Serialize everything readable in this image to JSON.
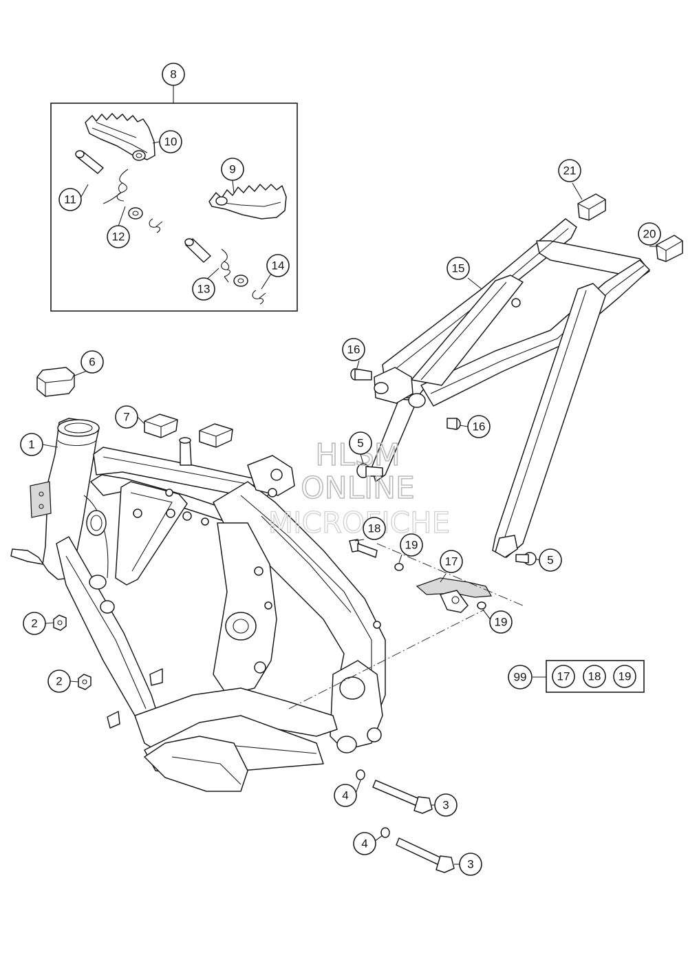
{
  "callouts": {
    "c1": "1",
    "c2a": "2",
    "c2b": "2",
    "c3a": "3",
    "c3b": "3",
    "c4a": "4",
    "c4b": "4",
    "c5a": "5",
    "c5b": "5",
    "c6": "6",
    "c7": "7",
    "c8": "8",
    "c9": "9",
    "c10": "10",
    "c11": "11",
    "c12": "12",
    "c13": "13",
    "c14": "14",
    "c15": "15",
    "c16a": "16",
    "c16b": "16",
    "c17": "17",
    "c18": "18",
    "c19a": "19",
    "c19b": "19",
    "c20": "20",
    "c21": "21"
  },
  "kit": {
    "label": "99",
    "items": [
      "17",
      "18",
      "19"
    ]
  },
  "watermark": {
    "line1": "HLSM",
    "line2": "ONLINE",
    "line3": "MICROFICHE"
  }
}
